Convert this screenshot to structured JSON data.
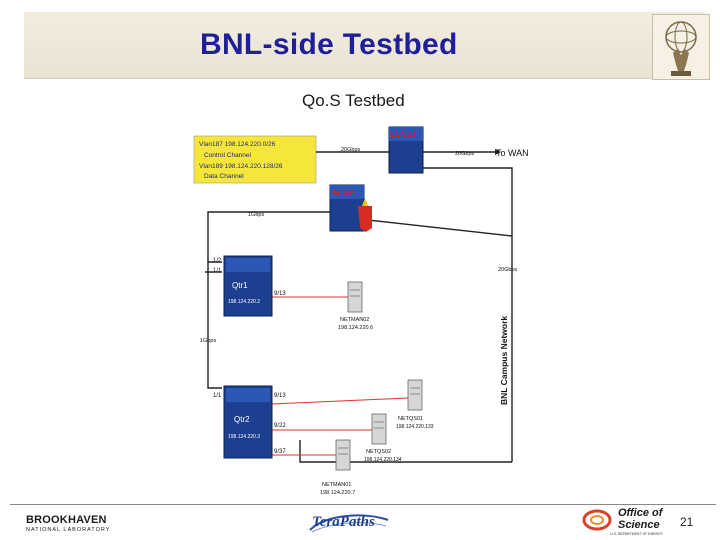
{
  "slide": {
    "title": "BNL-side Testbed",
    "page_number": "21"
  },
  "diagram": {
    "heading": "Qo.S Testbed",
    "legend": {
      "line1": "Vlan187 198.124.220.0/26",
      "line2": "Control Channel",
      "line3": "Vlan189 198.124.220.128/26",
      "line4": "Data Channel"
    },
    "nodes": {
      "esnet": "ESNET",
      "amon": "Amon",
      "qtr1": "Qtr1",
      "qtr1_ip": "198.124.220.2",
      "qtr2": "Qtr2",
      "qtr2_ip": "198.124.220.3",
      "netman02": "NETMAN02",
      "netman02_ip": "198.124.220.6",
      "netqs01": "NETQS01",
      "netqs01_ip": "198.124.220.133",
      "netqs02": "NETQS02",
      "netqs02_ip": "198.124.220.134",
      "netman01": "NETMAN01",
      "netman01_ip": "198.124.220.7"
    },
    "links": {
      "esnet_amon": "20Gbps",
      "esnet_wan": "20Gbps",
      "to_wan": "To WAN",
      "amon_left": "1Gbps",
      "campus": "20Gbps",
      "port_1_2": "1/2",
      "port_1_1a": "1/1",
      "port_9_13a": "9/13",
      "qtr_link": "1Gbps",
      "port_1_1b": "1/1",
      "port_9_13b": "9/13",
      "port_9_22": "9/22",
      "port_9_37": "9/37"
    },
    "campus_label": "BNL Campus Network"
  },
  "footer": {
    "brookhaven_line1": "BROOKHAVEN",
    "brookhaven_line2": "NATIONAL LABORATORY",
    "terapaths": "TeraPaths",
    "office_line1": "Office of",
    "office_line2": "Science",
    "office_line3": "U.S. DEPARTMENT OF ENERGY"
  },
  "colors": {
    "title": "#1f1f9a",
    "router_blue": "#1d3f8f",
    "router_label": "#d41f1f",
    "link_red": "#e0302b",
    "legend_yellow": "#f7e63a"
  }
}
